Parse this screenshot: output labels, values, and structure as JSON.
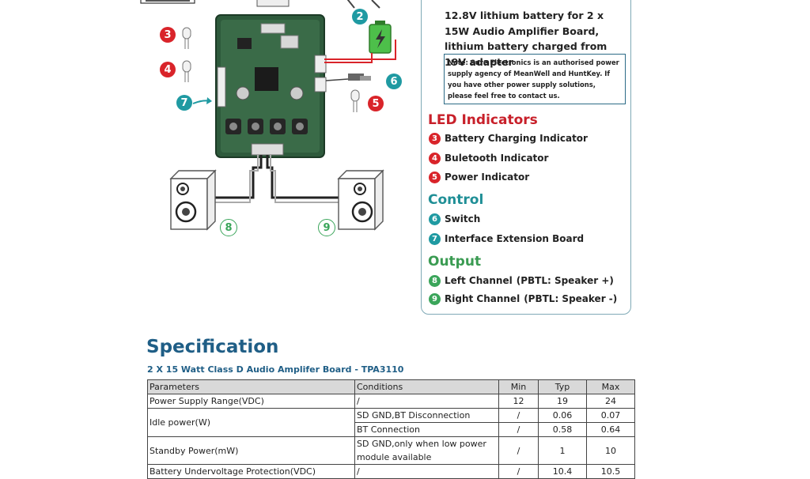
{
  "diagram": {
    "callouts": [
      "2",
      "3",
      "4",
      "5",
      "6",
      "7",
      "8",
      "9"
    ]
  },
  "panel": {
    "battery_description": "12.8V lithium battery for 2 x 15W Audio Amplifier Board, lithium battery charged from 19V adapter",
    "note": "Note: Sure Electronics is an authorised power supply agency of MeanWell and HuntKey. If you have other power supply solutions, please feel free to contact us.",
    "led_heading": "LED Indicators",
    "led_items": [
      {
        "num": "3",
        "label": "Battery Charging Indicator"
      },
      {
        "num": "4",
        "label": "Buletooth Indicator"
      },
      {
        "num": "5",
        "label": "Power Indicator"
      }
    ],
    "control_heading": "Control",
    "control_items": [
      {
        "num": "6",
        "label": "Switch"
      },
      {
        "num": "7",
        "label": "Interface Extension Board"
      }
    ],
    "output_heading": "Output",
    "output_items": [
      {
        "num": "8",
        "label": "Left Channel",
        "note": "(PBTL: Speaker +)"
      },
      {
        "num": "9",
        "label": "Right Channel",
        "note": "(PBTL: Speaker -)"
      }
    ]
  },
  "colors": {
    "red": "#d9242a",
    "teal": "#1f9aa2",
    "green": "#3aa55a",
    "heading_blue": "#1f5e86",
    "board_green": "#2e5a3c"
  },
  "spec": {
    "title": "Specification",
    "subtitle": "2 X 15 Watt Class D Audio Amplifer Board - TPA3110",
    "headers": [
      "Parameters",
      "Conditions",
      "Min",
      "Typ",
      "Max"
    ],
    "rows": [
      {
        "param": "Power Supply Range(VDC)",
        "cond": "/",
        "min": "12",
        "typ": "19",
        "max": "24"
      },
      {
        "param": "Idle power(W)",
        "cond1": "SD GND,BT Disconnection",
        "min1": "/",
        "typ1": "0.06",
        "max1": "0.07",
        "cond2": "BT Connection",
        "min2": "/",
        "typ2": "0.58",
        "max2": "0.64"
      },
      {
        "param": "Standby Power(mW)",
        "cond": "SD GND,only when low power module available",
        "min": "/",
        "typ": "1",
        "max": "10"
      },
      {
        "param": "Battery Undervoltage Protection(VDC)",
        "cond": "/",
        "min": "/",
        "typ": "10.4",
        "max": "10.5"
      }
    ]
  }
}
